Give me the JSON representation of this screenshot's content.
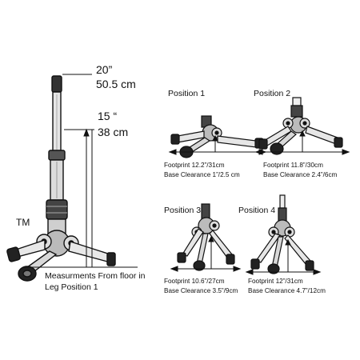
{
  "tall_stand": {
    "height_extended": {
      "inches": "20”",
      "cm": "50.5 cm"
    },
    "height_collapsed": {
      "inches": "15 “",
      "cm": "38 cm"
    },
    "trademark": "TM",
    "note": "Measurments From floor in Leg Position 1"
  },
  "positions": [
    {
      "label": "Position 1",
      "footprint": "Footprint 12.2”/31cm",
      "clearance": "Base Clearance 1”/2.5 cm"
    },
    {
      "label": "Position 2",
      "footprint": "Footprint 11.8”/30cm",
      "clearance": "Base Clearance 2.4”/6cm"
    },
    {
      "label": "Position 3",
      "footprint": "Footprint 10.6”/27cm",
      "clearance": "Base Clearance 3.5”/9cm"
    },
    {
      "label": "Position 4",
      "footprint": "Footprint 12”/31cm",
      "clearance": "Base Clearance 4.7”/12cm"
    }
  ]
}
